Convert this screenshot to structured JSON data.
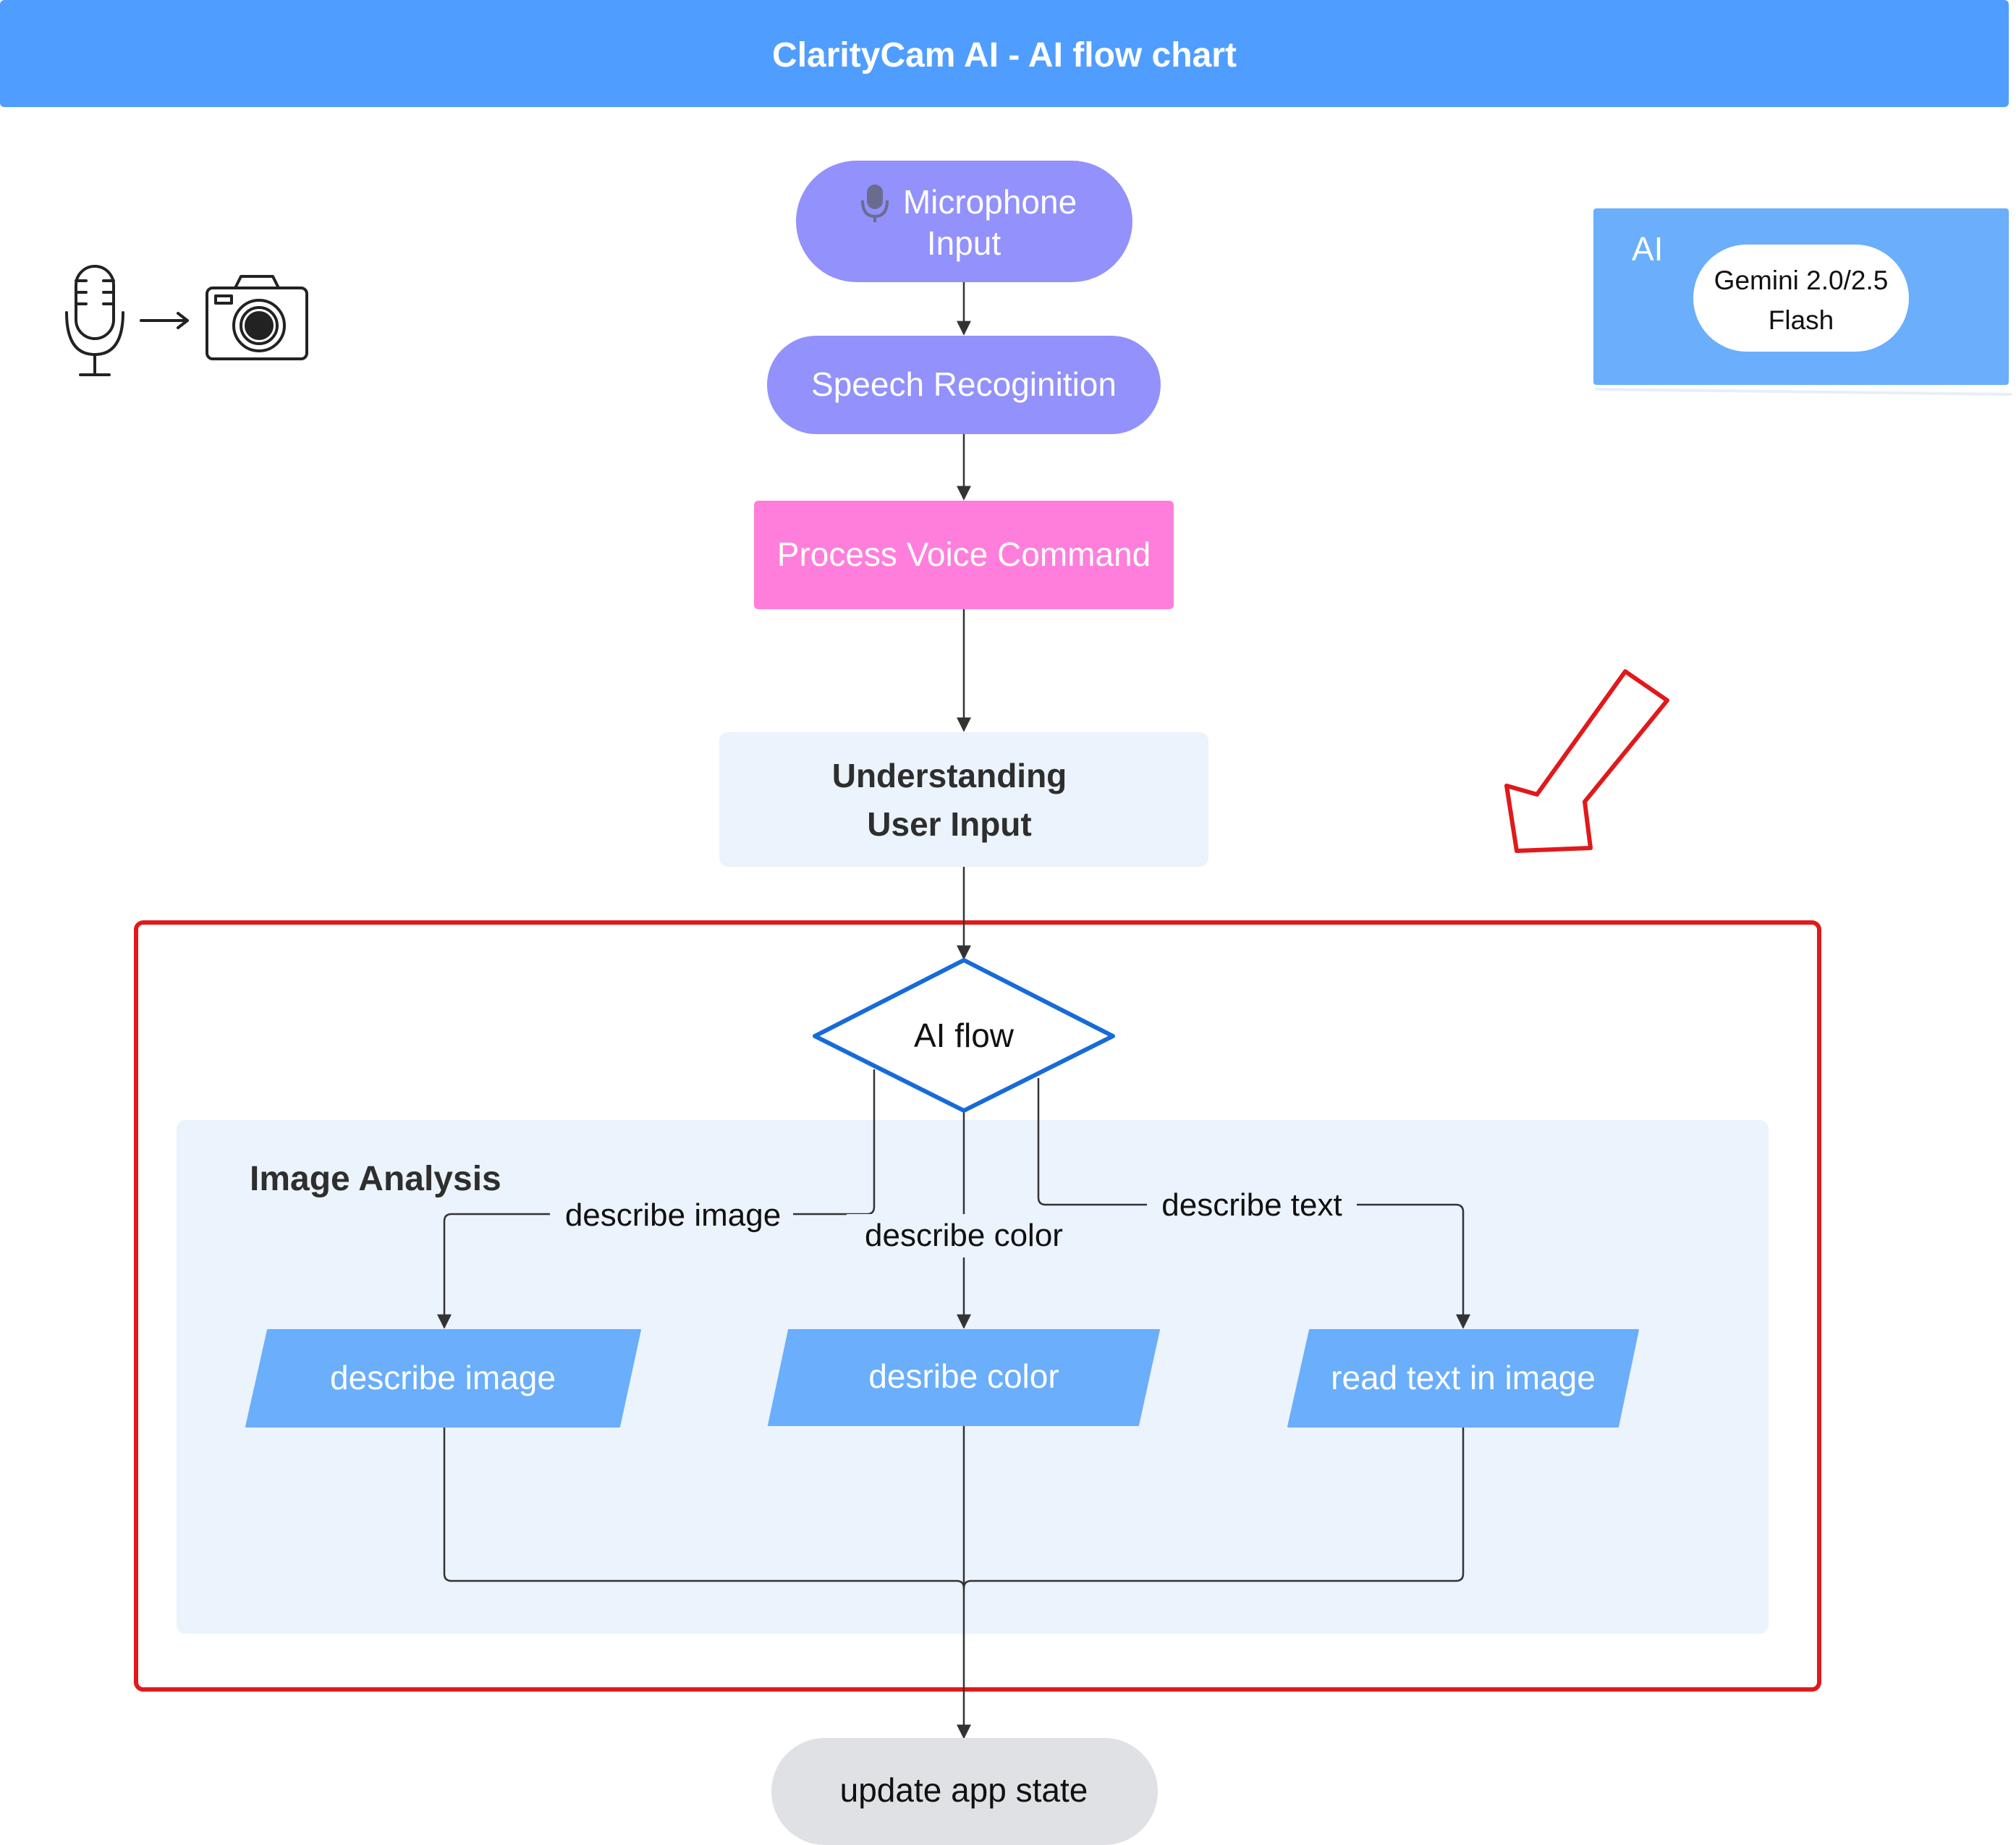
{
  "header": {
    "title": "ClarityCam AI - AI flow chart"
  },
  "nodes": {
    "microphone_input": {
      "line1": "Microphone",
      "line2": "Input",
      "icon": "microphone-icon"
    },
    "speech_recognition": {
      "label": "Speech Recoginition"
    },
    "process_voice_command": {
      "label": "Process Voice Command"
    },
    "understanding_user_input": {
      "line1": "Understanding",
      "line2": "User Input"
    },
    "ai_flow": {
      "label": "AI flow"
    },
    "describe_image": {
      "label": "describe image"
    },
    "describe_color": {
      "label": "desribe color"
    },
    "read_text": {
      "label": "read text in image"
    },
    "update_app_state": {
      "label": "update app state"
    }
  },
  "groups": {
    "image_analysis": {
      "label": "Image Analysis"
    },
    "ai_panel": {
      "label": "AI",
      "model_line1": "Gemini 2.0/2.5",
      "model_line2": "Flash"
    }
  },
  "edges": {
    "describe_image": "describe image",
    "describe_color": "describe color",
    "describe_text": "describe text"
  },
  "icons": [
    "microphone-icon",
    "arrow-right-icon",
    "camera-icon",
    "red-arrow-icon"
  ],
  "colors": {
    "header": "#4f9eff",
    "pill_purple": "#9391fc",
    "process_pink": "#ff7edb",
    "light_panel": "#ebf3fd",
    "blue_node": "#6aaefc",
    "ai_panel": "#6aaefc",
    "diamond_stroke": "#176bd8",
    "highlight_red": "#e0191b",
    "terminal_gray": "#e0e1e5"
  }
}
